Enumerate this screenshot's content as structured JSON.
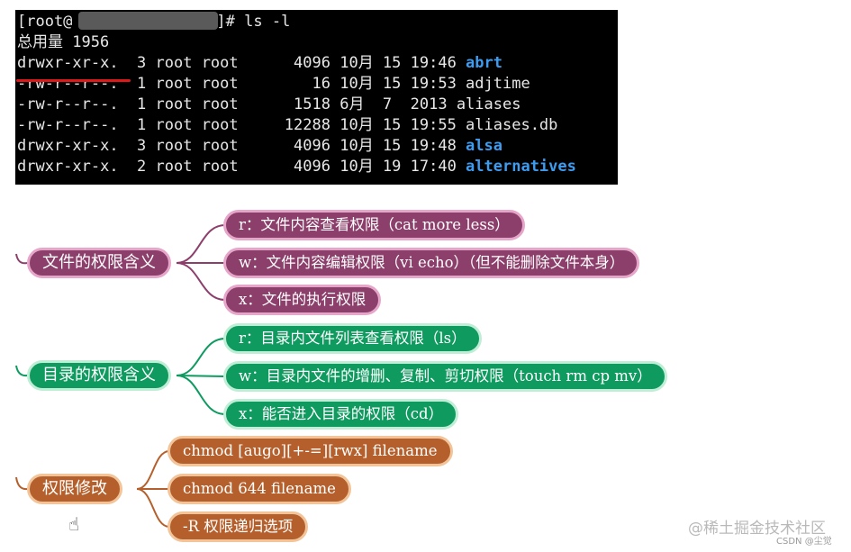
{
  "terminal": {
    "prompt_start": "[root@",
    "prompt_end": "]# ls -l",
    "total": "总用量 1956",
    "rows": [
      {
        "perm": "drwxr-xr-x.",
        "links": "3",
        "owner": "root",
        "group": "root",
        "size": "4096",
        "month": "10月",
        "day": "15",
        "time": "19:46",
        "name": "abrt",
        "is_dir": true
      },
      {
        "perm": "-rw-r--r--.",
        "links": "1",
        "owner": "root",
        "group": "root",
        "size": "16",
        "month": "10月",
        "day": "15",
        "time": "19:53",
        "name": "adjtime",
        "is_dir": false
      },
      {
        "perm": "-rw-r--r--.",
        "links": "1",
        "owner": "root",
        "group": "root",
        "size": "1518",
        "month": "6月",
        "day": "7",
        "time": "2013",
        "name": "aliases",
        "is_dir": false
      },
      {
        "perm": "-rw-r--r--.",
        "links": "1",
        "owner": "root",
        "group": "root",
        "size": "12288",
        "month": "10月",
        "day": "15",
        "time": "19:55",
        "name": "aliases.db",
        "is_dir": false
      },
      {
        "perm": "drwxr-xr-x.",
        "links": "3",
        "owner": "root",
        "group": "root",
        "size": "4096",
        "month": "10月",
        "day": "15",
        "time": "19:48",
        "name": "alsa",
        "is_dir": true
      },
      {
        "perm": "drwxr-xr-x.",
        "links": "2",
        "owner": "root",
        "group": "root",
        "size": "4096",
        "month": "10月",
        "day": "19",
        "time": "17:40",
        "name": "alternatives",
        "is_dir": true
      }
    ],
    "dir_color": "#3e9cf0"
  },
  "mindmap": {
    "groups": [
      {
        "label": "文件的权限含义",
        "color": "#8c3f6b",
        "children": [
          "r：文件内容查看权限（cat more less）",
          "w：文件内容编辑权限（vi echo）（但不能删除文件本身）",
          "x：文件的执行权限"
        ]
      },
      {
        "label": "目录的权限含义",
        "color": "#0f9a5f",
        "children": [
          "r：目录内文件列表查看权限（ls）",
          "w：目录内文件的增删、复制、剪切权限（touch rm cp mv）",
          "x：能否进入目录的权限（cd）"
        ]
      },
      {
        "label": "权限修改",
        "color": "#b5602c",
        "children": [
          "chmod [augo][+-=][rwx] filename",
          "chmod 644 filename",
          "-R 权限递归选项"
        ]
      }
    ]
  },
  "watermark": {
    "main": "@稀土掘金技术社区",
    "sub": "CSDN @尘觉"
  },
  "icons": {
    "cursor": "hand-cursor-icon"
  }
}
